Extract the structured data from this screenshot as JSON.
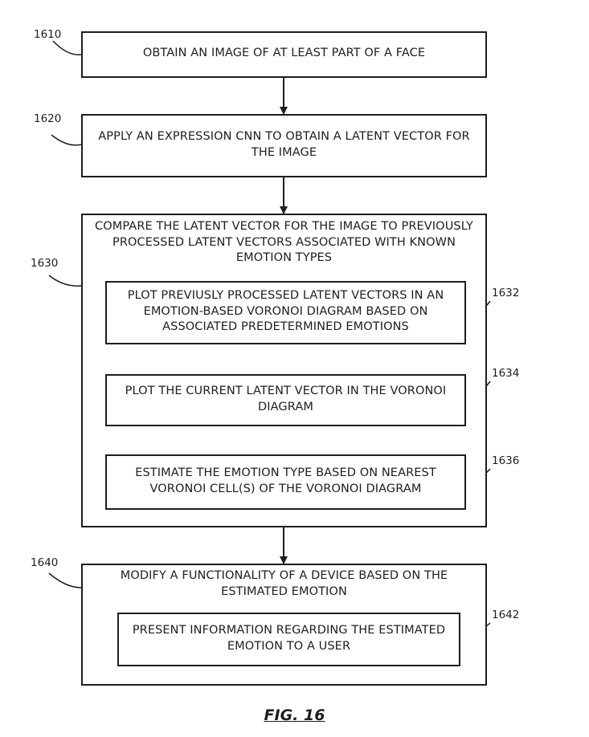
{
  "steps": {
    "s1610": {
      "ref": "1610",
      "text": "OBTAIN AN IMAGE OF AT LEAST PART OF A FACE"
    },
    "s1620": {
      "ref": "1620",
      "text": "APPLY AN EXPRESSION CNN TO OBTAIN A LATENT VECTOR FOR\nTHE IMAGE"
    },
    "s1630": {
      "ref": "1630",
      "text": "COMPARE THE LATENT VECTOR FOR THE IMAGE TO PREVIOUSLY\nPROCESSED LATENT VECTORS ASSOCIATED WITH KNOWN\nEMOTION TYPES"
    },
    "s1632": {
      "ref": "1632",
      "text": "PLOT PREVIUSLY PROCESSED LATENT VECTORS IN AN\nEMOTION-BASED VORONOI DIAGRAM BASED ON\nASSOCIATED PREDETERMINED EMOTIONS"
    },
    "s1634": {
      "ref": "1634",
      "text": "PLOT THE CURRENT LATENT VECTOR IN THE VORONOI\nDIAGRAM"
    },
    "s1636": {
      "ref": "1636",
      "text": "ESTIMATE THE EMOTION TYPE BASED ON NEAREST\nVORONOI CELL(S) OF THE VORONOI DIAGRAM"
    },
    "s1640": {
      "ref": "1640",
      "text": "MODIFY A FUNCTIONALITY OF A DEVICE BASED ON THE\nESTIMATED EMOTION"
    },
    "s1642": {
      "ref": "1642",
      "text": "PRESENT INFORMATION REGARDING THE ESTIMATED\nEMOTION TO A USER"
    }
  },
  "figure_label": "FIG. 16",
  "colors": {
    "ink": "#1e1e1e",
    "background": "#ffffff"
  }
}
